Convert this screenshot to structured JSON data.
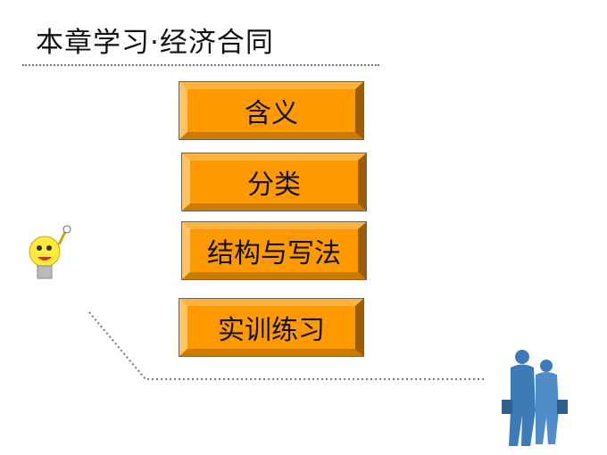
{
  "title": "本章学习·经济合同",
  "buttons": [
    {
      "label": "含义"
    },
    {
      "label": "分类"
    },
    {
      "label": "结构与写法"
    },
    {
      "label": "实训练习"
    }
  ],
  "colors": {
    "button_face": "#FF9900"
  }
}
